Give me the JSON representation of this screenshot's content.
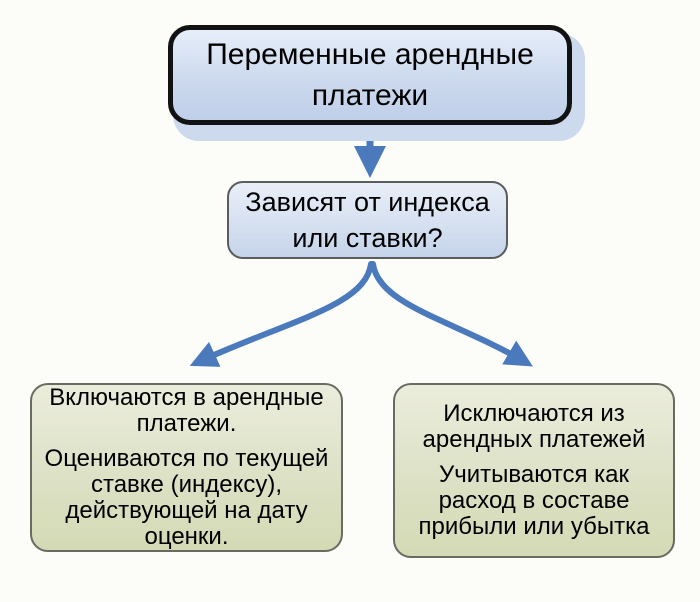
{
  "flowchart": {
    "title_box": "Переменные арендные платежи",
    "question_box": "Зависят от индекса или ставки?",
    "left_result": {
      "p1": "Включаются в арендные платежи.",
      "p2": "Оцениваются по текущей ставке (индексу), действующей на дату оценки."
    },
    "right_result": {
      "p1": "Исключаются из арендных платежей",
      "p2": "Учитываются как расход в составе прибыли или убытка"
    },
    "colors": {
      "arrow": "#4a7abc",
      "title_border": "#121212",
      "title_fill_top": "#e6eef9",
      "title_fill_bottom": "#c0d0e9",
      "title_shadow": "#cdd9ed",
      "question_fill_top": "#e9eff8",
      "question_fill_bottom": "#c6d4ea",
      "result_fill_top": "#ebeddc",
      "result_fill_bottom": "#d4dab5",
      "box_border": "#5c5c5c",
      "text": "#000000"
    }
  }
}
